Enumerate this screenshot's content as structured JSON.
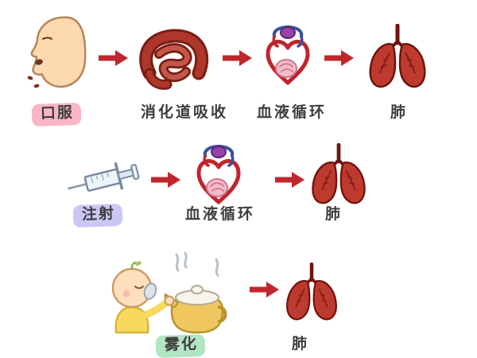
{
  "background": "#ffffff",
  "arrow_color": "#c0272d",
  "text_color": "#3d3d3d",
  "rows": [
    {
      "route_label": "口服",
      "route_highlight": "#f8b6c6",
      "steps": [
        {
          "icon": "head-swallowing-pills",
          "label": ""
        },
        {
          "icon": "intestines",
          "label": "消化道吸收"
        },
        {
          "icon": "heart-blood-circulation",
          "label": "血液循环"
        },
        {
          "icon": "lungs",
          "label": "肺"
        }
      ]
    },
    {
      "route_label": "注射",
      "route_highlight": "#cbc7f5",
      "steps": [
        {
          "icon": "syringe",
          "label": ""
        },
        {
          "icon": "heart-blood-circulation",
          "label": "血液循环"
        },
        {
          "icon": "lungs",
          "label": "肺"
        }
      ]
    },
    {
      "route_label": "雾化",
      "route_highlight": "#b2e5c3",
      "steps": [
        {
          "icon": "baby-with-nebulizer",
          "label": ""
        },
        {
          "icon": "lungs",
          "label": "肺"
        }
      ]
    }
  ]
}
